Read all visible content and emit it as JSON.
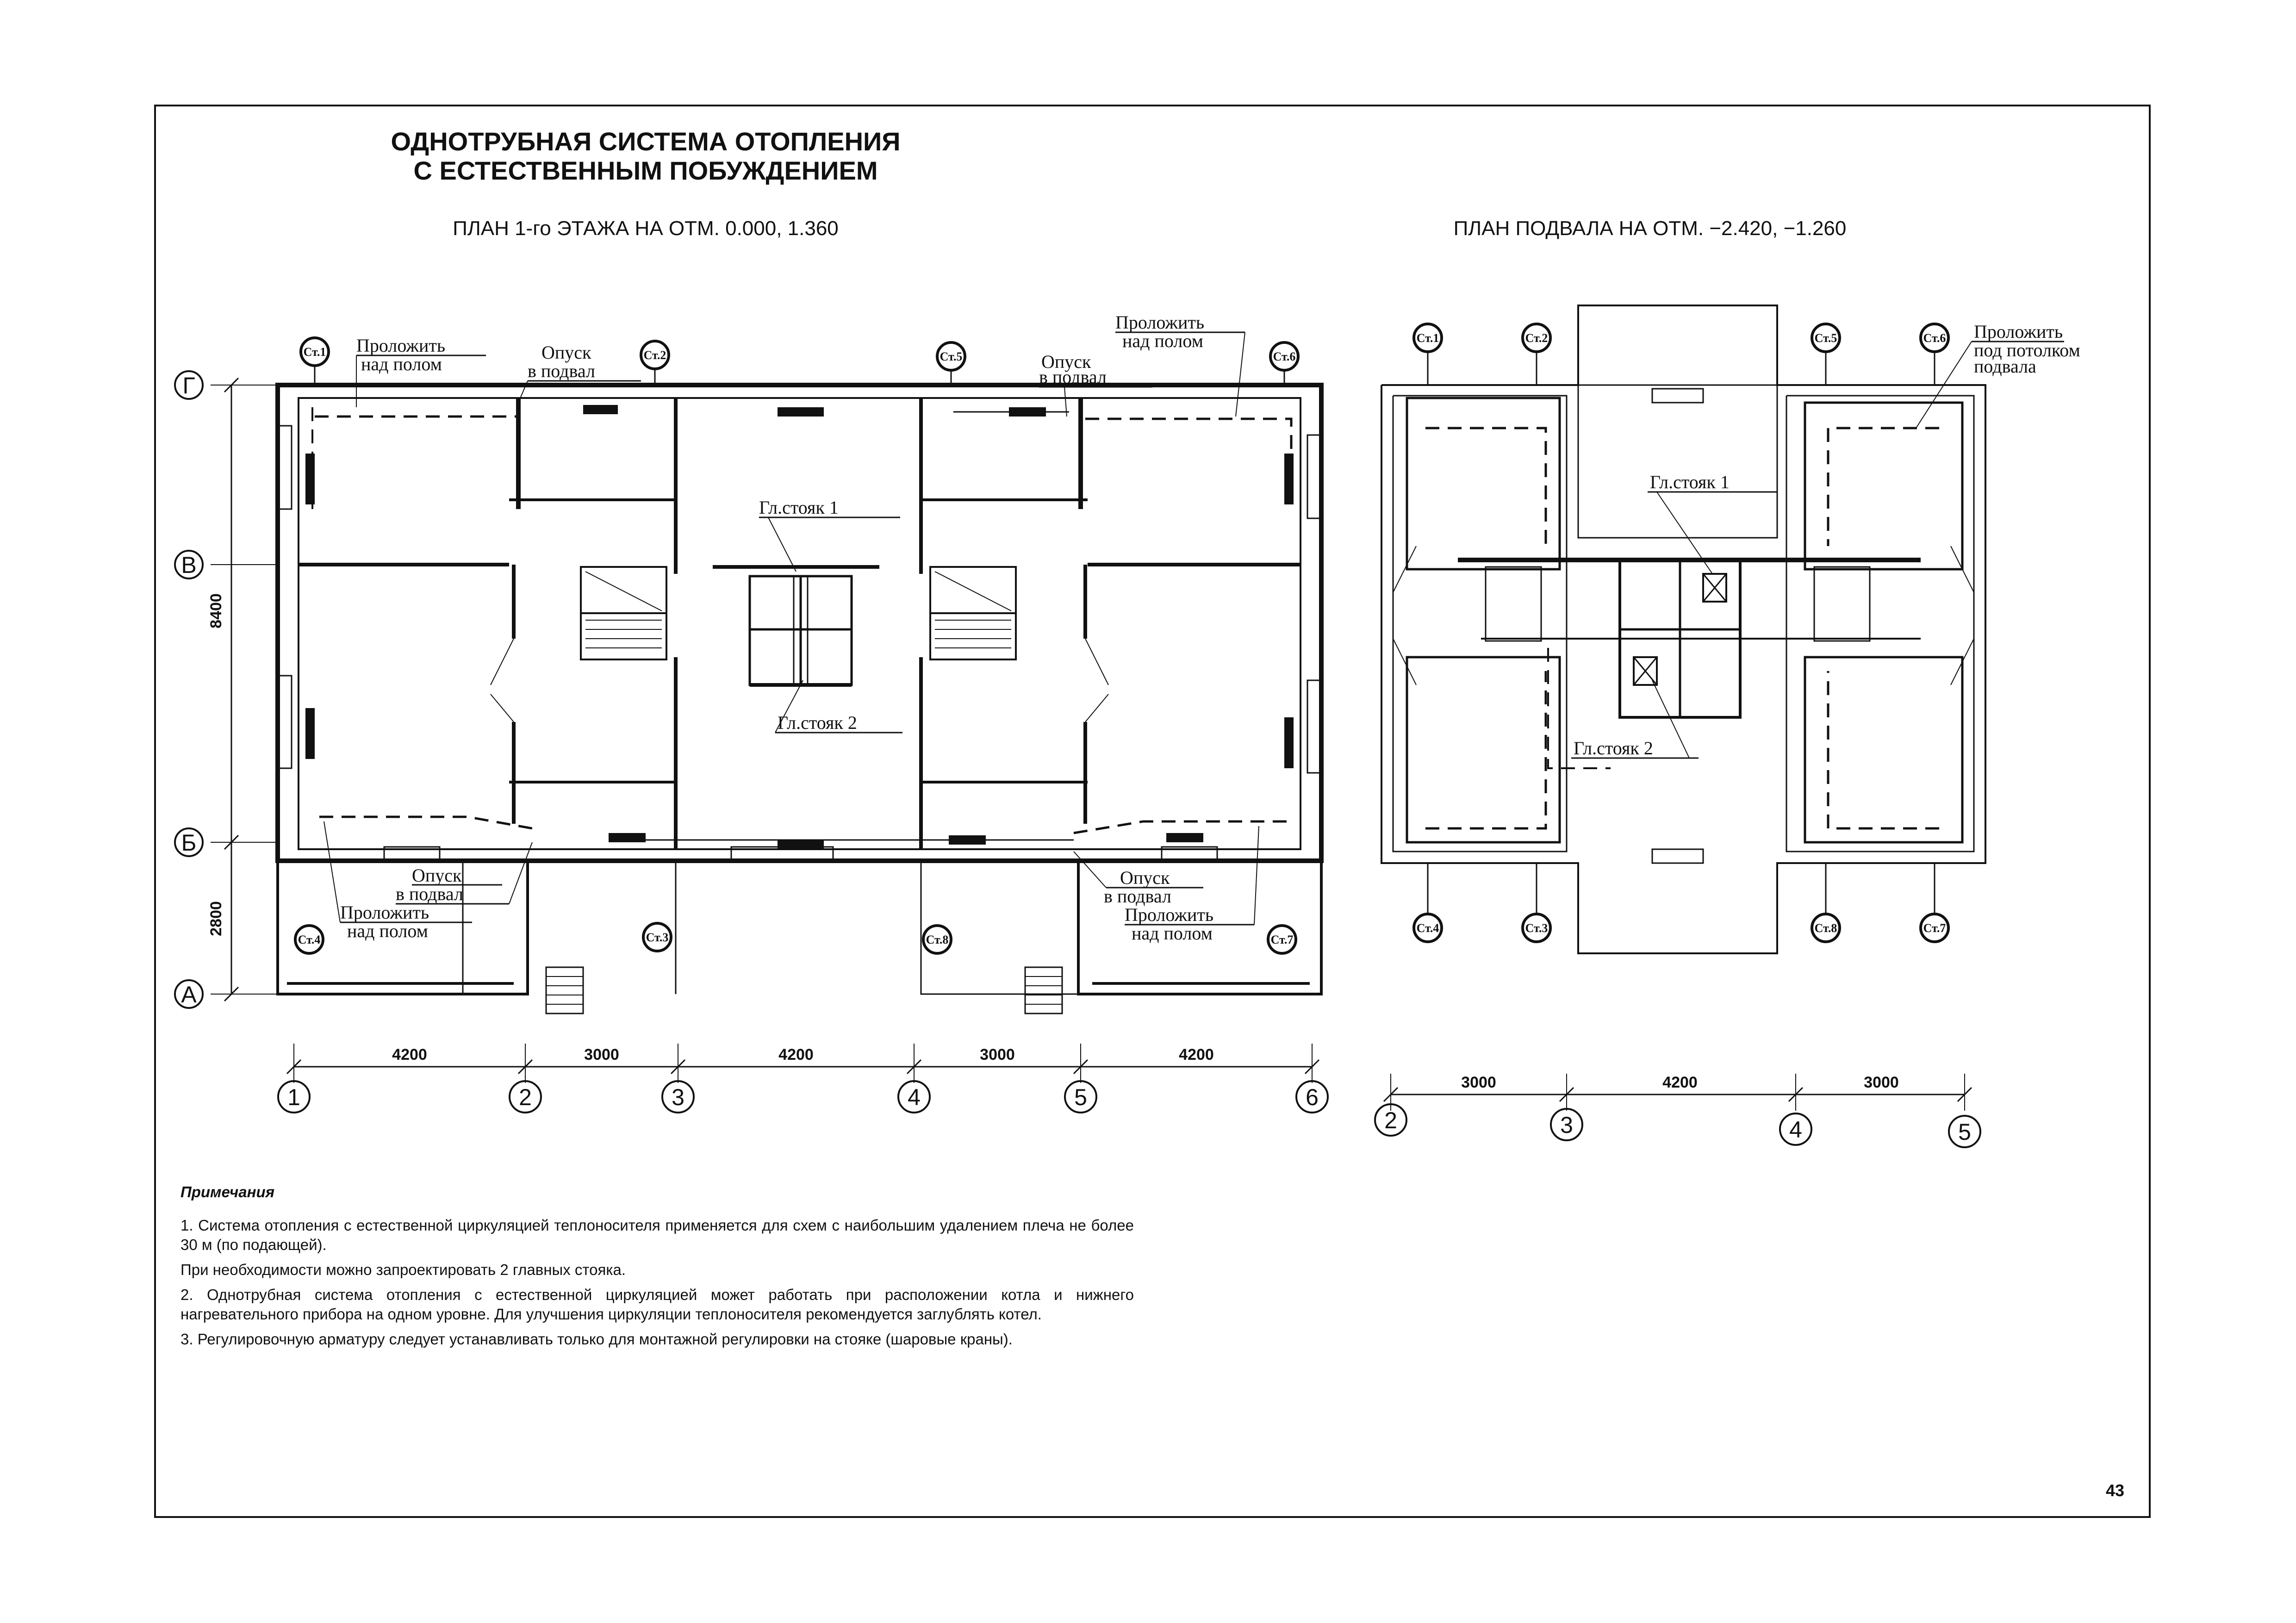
{
  "title": {
    "line1": "ОДНОТРУБНАЯ СИСТЕМА ОТОПЛЕНИЯ",
    "line2": "С ЕСТЕСТВЕННЫМ ПОБУЖДЕНИЕМ"
  },
  "plan1": {
    "caption": "ПЛАН 1-го ЭТАЖА НА  ОТМ. 0.000, 1.360",
    "axes_letters": [
      "Г",
      "В",
      "Б",
      "А"
    ],
    "axes_numbers": [
      "1",
      "2",
      "3",
      "4",
      "5",
      "6"
    ],
    "dims_horizontal": [
      "4200",
      "3000",
      "4200",
      "3000",
      "4200"
    ],
    "dims_vertical": [
      "8400",
      "2800"
    ],
    "risers": [
      "Ст.1",
      "Ст.2",
      "Ст.5",
      "Ст.6",
      "Ст.4",
      "Ст.3",
      "Ст.8",
      "Ст.7"
    ],
    "labels": {
      "lay_over_floor_a_1": "Проложить",
      "lay_over_floor_a_2": "над полом",
      "drop_a_1": "Опуск",
      "drop_a_2": "в подвал",
      "drop_b_1": "Опуск",
      "drop_b_2": "в подвал",
      "lay_over_floor_b_1": "Проложить",
      "lay_over_floor_b_2": "над полом",
      "main_riser_1": "Гл.стояк 1",
      "main_riser_2": "Гл.стояк 2",
      "drop_c_1": "Опуск",
      "drop_c_2": "в подвал",
      "lay_over_floor_c_1": "Проложить",
      "lay_over_floor_c_2": "над полом",
      "drop_d_1": "Опуск",
      "drop_d_2": "в подвал",
      "lay_over_floor_d_1": "Проложить",
      "lay_over_floor_d_2": "над полом"
    }
  },
  "plan2": {
    "caption": "ПЛАН ПОДВАЛА НА  ОТМ. −2.420, −1.260",
    "axes_numbers": [
      "2",
      "3",
      "4",
      "5"
    ],
    "dims_horizontal": [
      "3000",
      "4200",
      "3000"
    ],
    "risers": [
      "Ст.1",
      "Ст.2",
      "Ст.5",
      "Ст.6",
      "Ст.4",
      "Ст.3",
      "Ст.8",
      "Ст.7"
    ],
    "labels": {
      "lay_ceiling_1": "Проложить",
      "lay_ceiling_2": "под потолком",
      "lay_ceiling_3": "подвала",
      "main_riser_1": "Гл.стояк 1",
      "main_riser_2": "Гл.стояк 2"
    }
  },
  "notes": {
    "header": "Примечания",
    "items": [
      "1. Система отопления с естественной циркуляцией теплоносителя применяется для схем с наибольшим удалением плеча не более 30 м (по подающей).",
      "При необходимости можно запроектировать 2 главных стояка.",
      "2. Однотрубная система отопления с естественной циркуляцией может работать при расположении котла и нижнего нагревательного прибора на одном уровне. Для улучшения циркуляции теплоносителя рекомендуется заглублять котел.",
      "3. Регулировочную арматуру следует устанавливать только для монтажной регулировки на стояке (шаровые краны)."
    ]
  },
  "page_number": "43"
}
